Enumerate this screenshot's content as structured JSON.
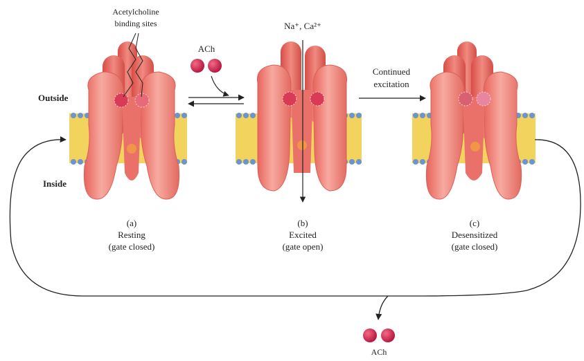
{
  "labels": {
    "binding_sites_line1": "Acetylcholine",
    "binding_sites_line2": "binding sites",
    "ions": "Na⁺, Ca²⁺",
    "ach_top": "ACh",
    "continued_line1": "Continued",
    "continued_line2": "excitation",
    "outside": "Outside",
    "inside": "Inside",
    "ach_bottom": "ACh"
  },
  "states": [
    {
      "id": "a",
      "letter": "(a)",
      "name": "Resting",
      "gate": "(gate closed)"
    },
    {
      "id": "b",
      "letter": "(b)",
      "name": "Excited",
      "gate": "(gate open)"
    },
    {
      "id": "c",
      "letter": "(c)",
      "name": "Desensitized",
      "gate": "(gate closed)"
    }
  ],
  "colors": {
    "channel_fill": "#f08a80",
    "channel_light": "#f7b3aa",
    "channel_stroke": "#c9504a",
    "membrane_lipid": "#f0d25a",
    "membrane_head": "#6b94d0",
    "ach_molecule": "#d8244a",
    "site_closed": "#d93a55",
    "site_orange": "#f2a040",
    "arrow": "#222222"
  }
}
